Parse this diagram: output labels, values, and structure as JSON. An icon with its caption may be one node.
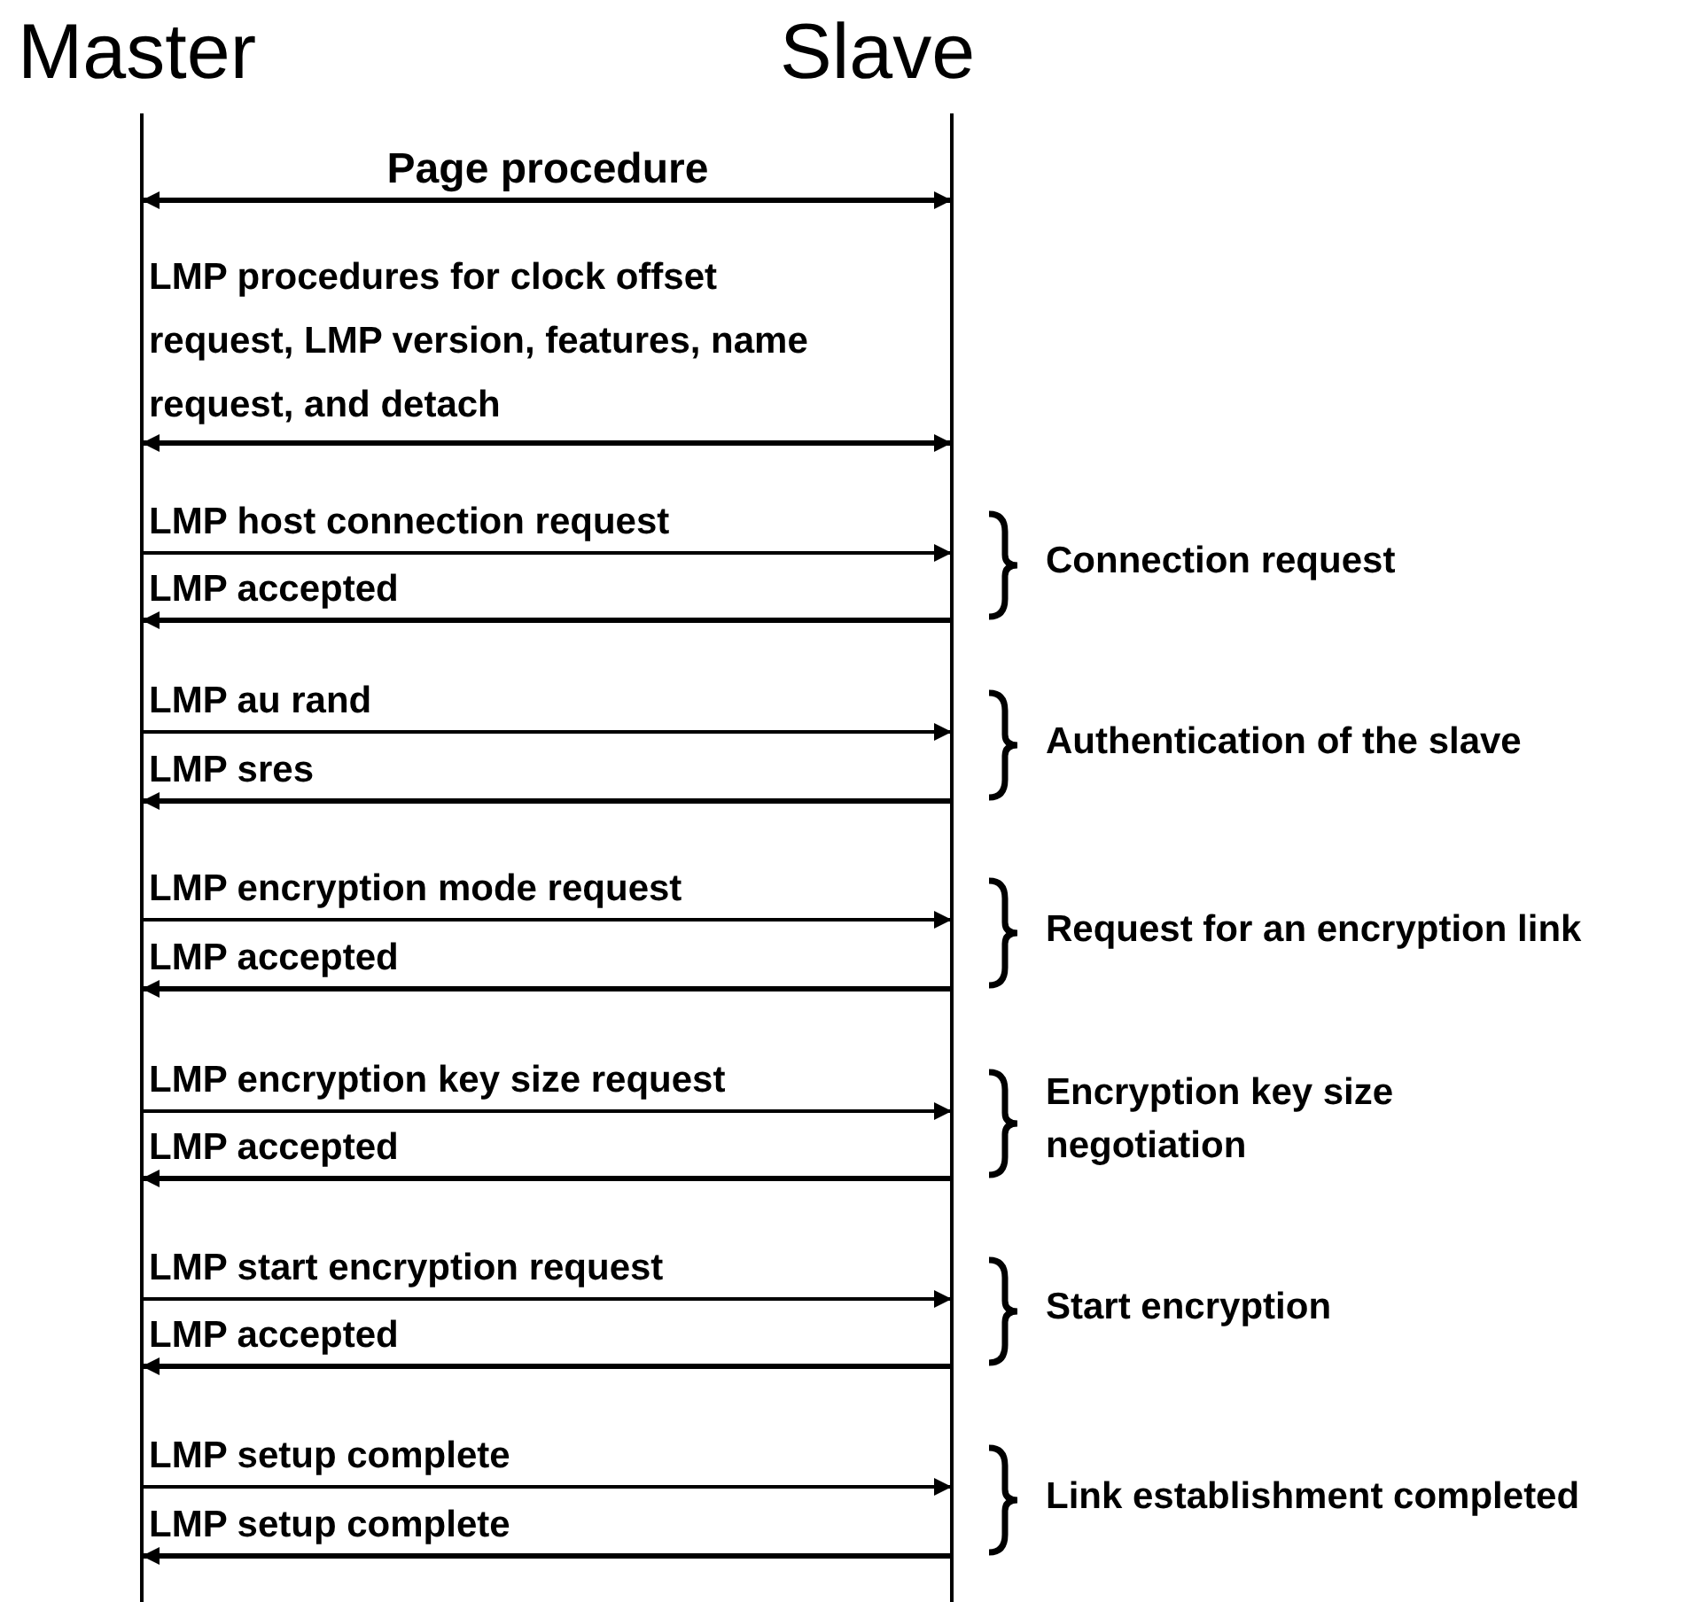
{
  "diagram": {
    "nodes": [
      {
        "text": [
          "Master"
        ]
      },
      {
        "text": [
          "Slave"
        ]
      }
    ],
    "edges": [
      {
        "from": 0,
        "to": 1,
        "arrow": "both",
        "label": "Page procedure"
      },
      {
        "from": 0,
        "to": 1,
        "arrow": "both",
        "label": "LMP procedures for clock offset request, LMP version, features, name request, and detach"
      },
      {
        "from": 0,
        "to": 1,
        "arrow": "to",
        "label": "LMP host connection request"
      },
      {
        "from": 1,
        "to": 0,
        "arrow": "to",
        "label": "LMP accepted"
      },
      {
        "from": 0,
        "to": 1,
        "arrow": "to",
        "label": "LMP au rand"
      },
      {
        "from": 1,
        "to": 0,
        "arrow": "to",
        "label": "LMP sres"
      },
      {
        "from": 0,
        "to": 1,
        "arrow": "to",
        "label": "LMP encryption mode request"
      },
      {
        "from": 1,
        "to": 0,
        "arrow": "to",
        "label": "LMP accepted"
      },
      {
        "from": 0,
        "to": 1,
        "arrow": "to",
        "label": "LMP encryption key size request"
      },
      {
        "from": 1,
        "to": 0,
        "arrow": "to",
        "label": "LMP accepted"
      },
      {
        "from": 0,
        "to": 1,
        "arrow": "to",
        "label": "LMP start encryption request"
      },
      {
        "from": 1,
        "to": 0,
        "arrow": "to",
        "label": "LMP accepted"
      },
      {
        "from": 0,
        "to": 1,
        "arrow": "to",
        "label": "LMP setup complete"
      },
      {
        "from": 1,
        "to": 0,
        "arrow": "to",
        "label": "LMP setup complete"
      }
    ],
    "labels": [
      "Connection request",
      "Authentication of the slave",
      "Request for an encryption link",
      "Encryption key size negotiation",
      "Start encryption",
      "Link establishment completed"
    ]
  }
}
